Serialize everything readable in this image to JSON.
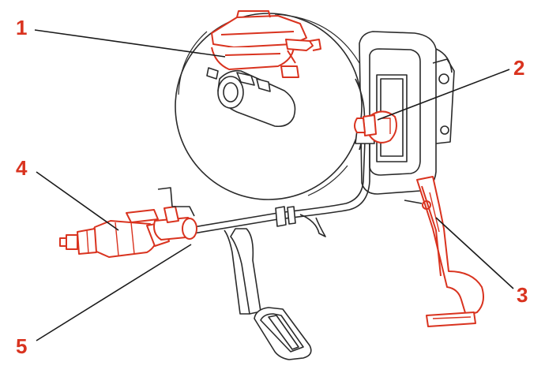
{
  "colors": {
    "accent": "#d9331f",
    "line": "#2a2a2a",
    "background": "#ffffff"
  },
  "callouts": [
    {
      "id": "1",
      "label": "1"
    },
    {
      "id": "2",
      "label": "2"
    },
    {
      "id": "3",
      "label": "3"
    },
    {
      "id": "4",
      "label": "4"
    },
    {
      "id": "5",
      "label": "5"
    }
  ]
}
